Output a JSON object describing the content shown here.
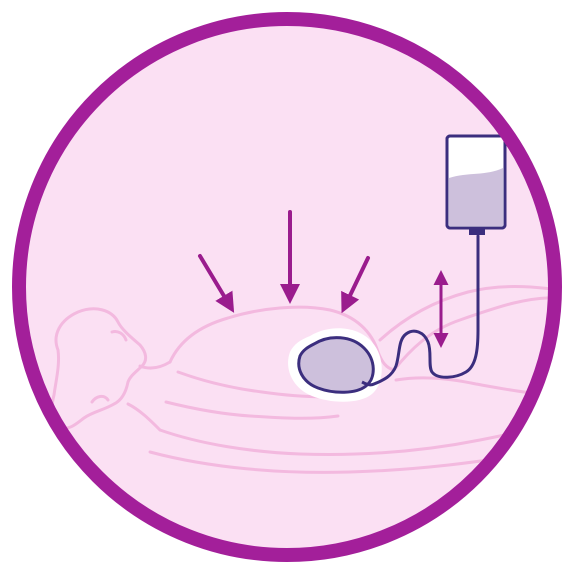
{
  "illustration": {
    "icons": [
      "circle-badge",
      "reclining-person",
      "pressure-arrows",
      "uterine-balloon",
      "fluid-bag",
      "drainage-tube",
      "height-arrow"
    ],
    "colors": {
      "ring": "#a31f9a",
      "background": "#fbe0f3",
      "body_outline": "#f3b9df",
      "arrow": "#9a1c8d",
      "tube": "#3b2e7e",
      "fluid": "#cdc0dc",
      "balloon_halo": "#ffffff"
    }
  }
}
